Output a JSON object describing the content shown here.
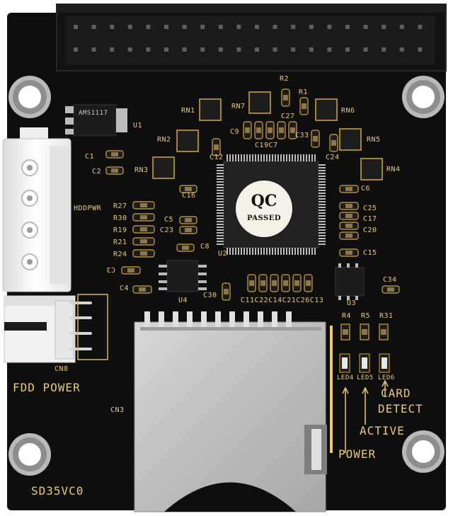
{
  "board": {
    "model": "SD35VC0",
    "fdd_power_label": "FDD POWER",
    "hddpwr_label": "HDDPWR",
    "card_detect_label_1": "CARD",
    "card_detect_label_2": "DETECT",
    "active_label": "ACTIVE",
    "power_label": "POWER",
    "qc_line1": "QC",
    "qc_line2": "PASSED",
    "chip_marking": "AMS1117"
  },
  "designators": {
    "U1": "U1",
    "U2": "U2",
    "U3": "U3",
    "U4": "U4",
    "CN3": "CN3",
    "CN8": "CN8",
    "RN1": "RN1",
    "RN2": "RN2",
    "RN3": "RN3",
    "RN4": "RN4",
    "RN5": "RN5",
    "RN6": "RN6",
    "RN7": "RN7",
    "R1": "R1",
    "R2": "R2",
    "R4": "R4",
    "R5": "R5",
    "R31": "R31",
    "R19": "R19",
    "R21": "R21",
    "R24": "R24",
    "R27": "R27",
    "R30": "R30",
    "C1": "C1",
    "C2": "C2",
    "C3": "C3",
    "C4": "C4",
    "C5": "C5",
    "C6": "C6",
    "C8": "C8",
    "C9": "C9",
    "C12": "C12",
    "C15": "C15",
    "C16": "C16",
    "C17": "C17",
    "C19C7": "C19C7",
    "C20": "C20",
    "C23": "C23",
    "C24": "C24",
    "C25": "C25",
    "C27": "C27",
    "C30": "C30",
    "C33": "C33",
    "C34": "C34",
    "bottom_caps": "C11C22C14C21C26C13",
    "LED4": "LED4",
    "LED5": "LED5",
    "LED6": "LED6"
  },
  "colors": {
    "pcb": "#0e0e0e",
    "silkscreen": "#e8c978",
    "connector": "#151515",
    "molex": "#f2f2f2",
    "metal": "#c9c9c9",
    "gold": "#d4a73c"
  }
}
